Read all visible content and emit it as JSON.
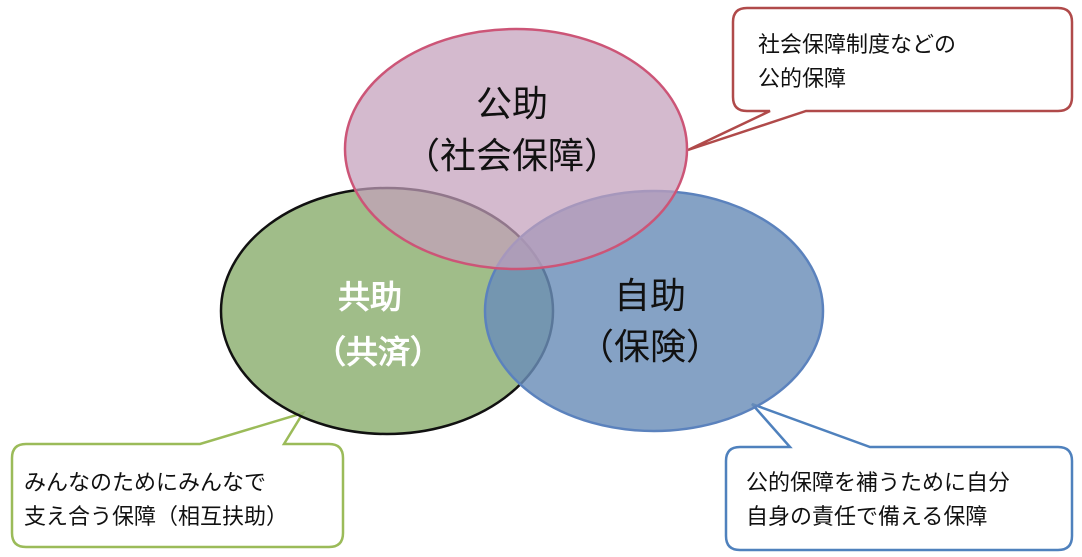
{
  "circles": {
    "public": {
      "title": "公助",
      "subtitle": "（社会保障）",
      "fill": "#c39fbb",
      "stroke": "#cc5577"
    },
    "mutual": {
      "title": "共助",
      "subtitle": "（共済）",
      "fill": "#8fb174",
      "stroke": "#111111"
    },
    "self": {
      "title": "自助",
      "subtitle": "（保険）",
      "fill": "#6a8db8",
      "stroke": "#5b82bd"
    }
  },
  "callouts": {
    "public": {
      "line1": "社会保障制度などの",
      "line2": "公的保障",
      "border": "#b04a4a"
    },
    "mutual": {
      "line1": "みんなのためにみんなで",
      "line2": "支え合う保障（相互扶助）",
      "border": "#9bbb59"
    },
    "self": {
      "line1": "公的保障を補うために自分",
      "line2": "自身の責任で備える保障",
      "border": "#4f81bd"
    }
  }
}
